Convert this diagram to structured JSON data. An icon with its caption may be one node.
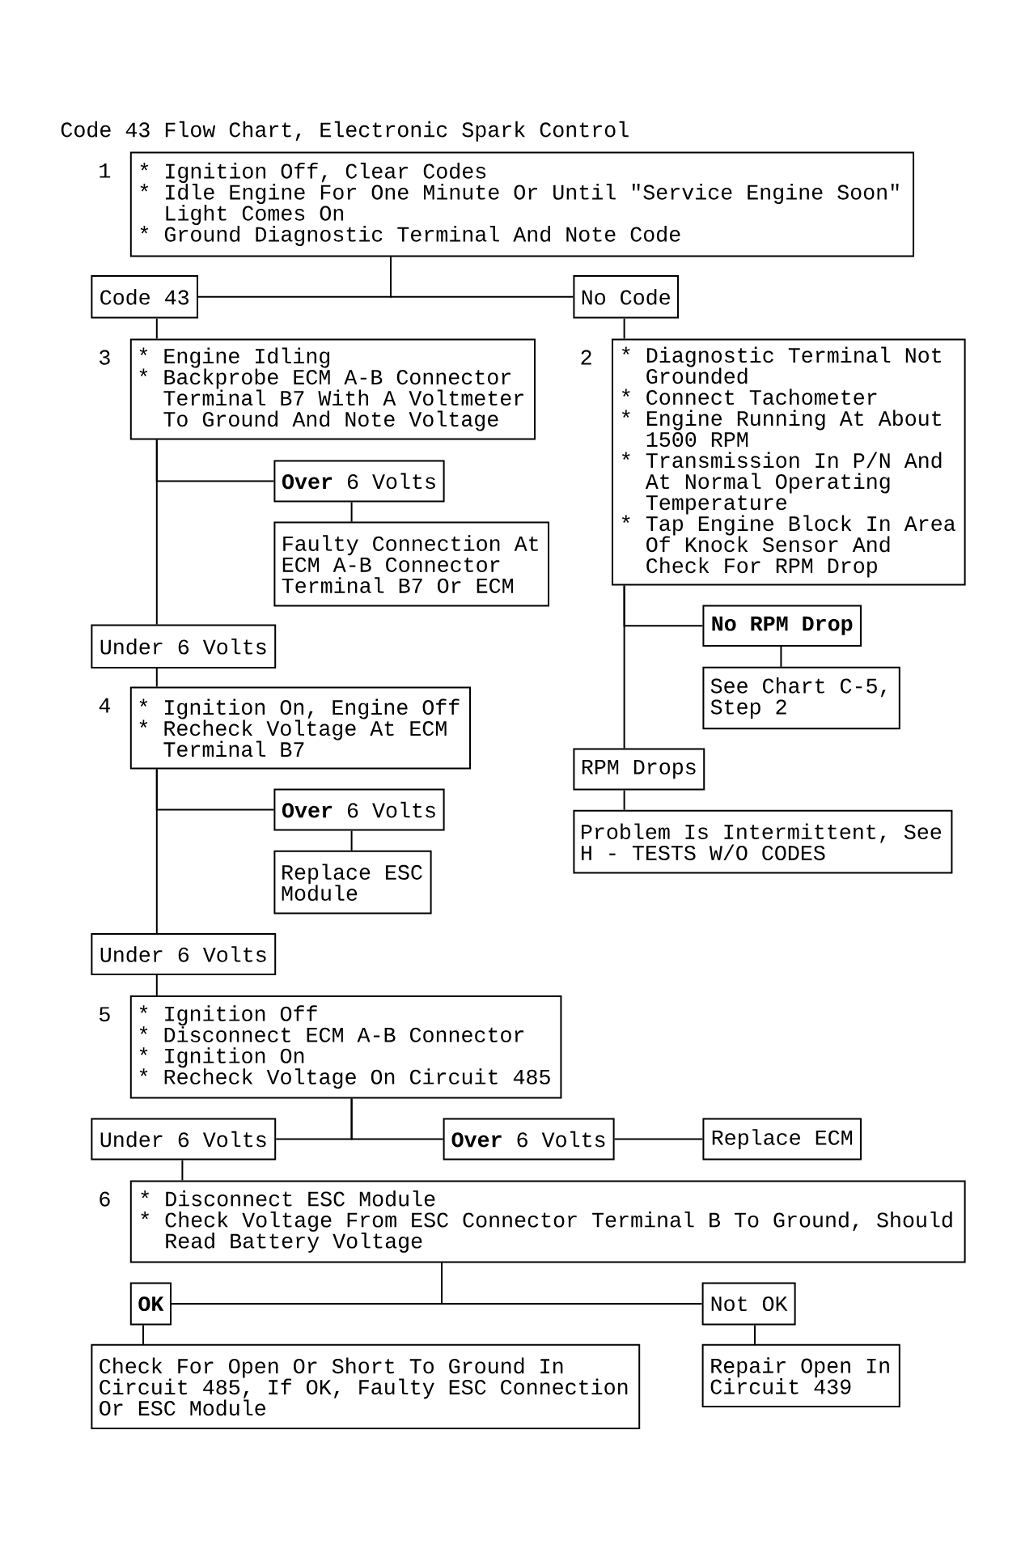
{
  "diagram": {
    "title": "Code 43 Flow Chart, Electronic Spark Control",
    "nodes": [
      {
        "text": [
          "* Ignition Off, Clear Codes",
          "* Idle Engine For One Minute Or Until \"Service Engine Soon\" Light Comes On",
          "* Ground Diagnostic Terminal And Note Code"
        ],
        "beside": [
          "1"
        ]
      },
      {
        "text": [
          "Code 43"
        ]
      },
      {
        "text": [
          "No Code"
        ]
      },
      {
        "text": [
          "* Engine Idling",
          "* Backprobe ECM A-B Connector Terminal B7 With A Voltmeter To Ground And Note Voltage"
        ],
        "beside": [
          "3"
        ]
      },
      {
        "text": [
          "* Diagnostic Terminal Not Grounded",
          "* Connect Tachometer",
          "* Engine Running At About 1500 RPM",
          "* Transmission In P/N And At Normal Operating Temperature",
          "* Tap Engine Block In Area Of Knock Sensor And Check For RPM Drop"
        ],
        "beside": [
          "2"
        ]
      },
      {
        "text": [
          "**Over** 6 Volts"
        ]
      },
      {
        "text": [
          "Faulty Connection At ECM A-B Connector Terminal B7 Or ECM"
        ]
      },
      {
        "text": [
          "No RPM Drop"
        ]
      },
      {
        "text": [
          "Under 6 Volts"
        ]
      },
      {
        "text": [
          "See Chart C-5, Step 2"
        ]
      },
      {
        "text": [
          "* Ignition On, Engine Off",
          "* Recheck Voltage At ECM Terminal B7"
        ],
        "beside": [
          "4"
        ]
      },
      {
        "text": [
          "RPM Drops"
        ]
      },
      {
        "text": [
          "**Over** 6 Volts"
        ]
      },
      {
        "text": [
          "Problem Is Intermittent, See H - TESTS W/O CODES"
        ]
      },
      {
        "text": [
          "Replace ESC Module"
        ]
      },
      {
        "text": [
          "Under 6 Volts"
        ]
      },
      {
        "text": [
          "* Ignition Off",
          "* Disconnect ECM A-B Connector",
          "* Ignition On",
          "* Recheck Voltage On Circuit 485"
        ],
        "beside": [
          "5"
        ]
      },
      {
        "text": [
          "Under 6 Volts"
        ]
      },
      {
        "text": [
          "**Over** 6 Volts"
        ]
      },
      {
        "text": [
          "Replace ECM"
        ]
      },
      {
        "text": [
          "* Disconnect ESC Module",
          "* Check Voltage From ESC Connector Terminal B To Ground, Should Read Battery Voltage"
        ],
        "beside": [
          "6"
        ]
      },
      {
        "text": [
          "OK"
        ]
      },
      {
        "text": [
          "Not OK"
        ]
      },
      {
        "text": [
          "Check For Open Or Short To Ground In Circuit 485, If OK, Faulty ESC Connection Or ESC Module"
        ]
      },
      {
        "text": [
          "Repair Open In Circuit 439"
        ]
      }
    ],
    "edges": [
      {
        "from": 0,
        "to": 1,
        "arrow": "none"
      },
      {
        "from": 0,
        "to": 2,
        "arrow": "none"
      },
      {
        "from": 1,
        "to": 3,
        "arrow": "none"
      },
      {
        "from": 2,
        "to": 4,
        "arrow": "none"
      },
      {
        "from": 3,
        "to": 5,
        "arrow": "none"
      },
      {
        "from": 3,
        "to": 8,
        "arrow": "none"
      },
      {
        "from": 5,
        "to": 6,
        "arrow": "none"
      },
      {
        "from": 4,
        "to": 7,
        "arrow": "none"
      },
      {
        "from": 4,
        "to": 11,
        "arrow": "none"
      },
      {
        "from": 7,
        "to": 9,
        "arrow": "none"
      },
      {
        "from": 8,
        "to": 10,
        "arrow": "none"
      },
      {
        "from": 10,
        "to": 12,
        "arrow": "none"
      },
      {
        "from": 10,
        "to": 15,
        "arrow": "none"
      },
      {
        "from": 12,
        "to": 14,
        "arrow": "none"
      },
      {
        "from": 11,
        "to": 13,
        "arrow": "none"
      },
      {
        "from": 15,
        "to": 16,
        "arrow": "none"
      },
      {
        "from": 16,
        "to": 17,
        "arrow": "none"
      },
      {
        "from": 16,
        "to": 18,
        "arrow": "none"
      },
      {
        "from": 18,
        "to": 19,
        "arrow": "none"
      },
      {
        "from": 17,
        "to": 20,
        "arrow": "none"
      },
      {
        "from": 20,
        "to": 21,
        "arrow": "none"
      },
      {
        "from": 20,
        "to": 22,
        "arrow": "none"
      },
      {
        "from": 21,
        "to": 23,
        "arrow": "none"
      },
      {
        "from": 22,
        "to": 24,
        "arrow": "none"
      }
    ]
  }
}
